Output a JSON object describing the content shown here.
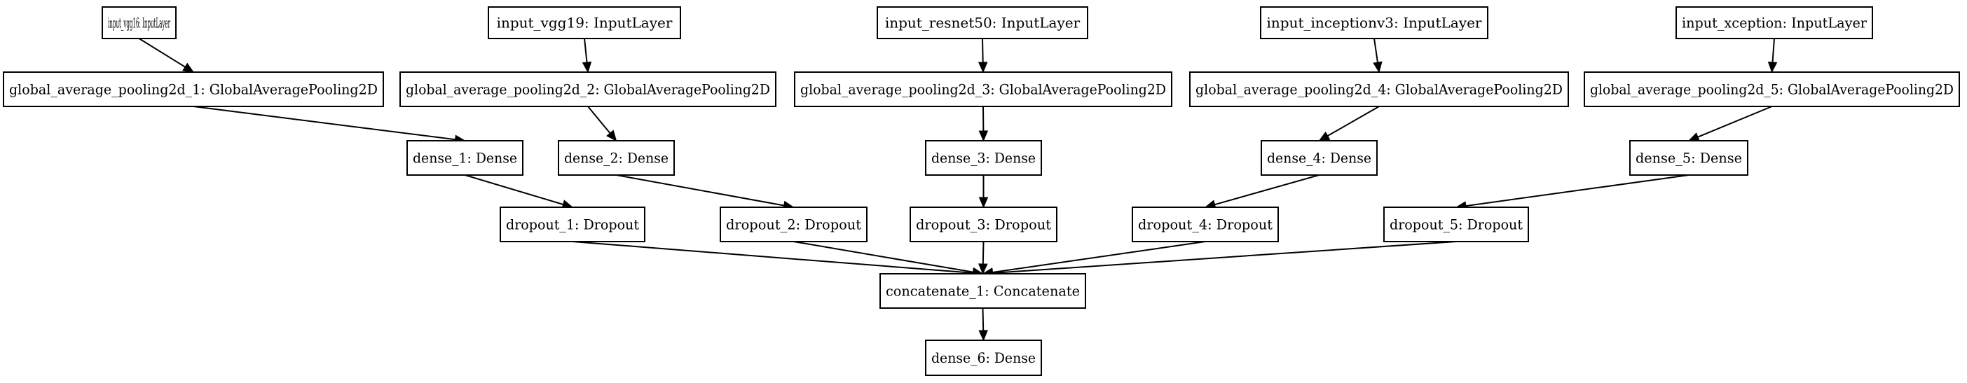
{
  "nodes": [
    {
      "id": "n1",
      "label": "input_vgg16: InputLayer"
    },
    {
      "id": "n2",
      "label": "input_vgg19: InputLayer"
    },
    {
      "id": "n3",
      "label": "input_resnet50: InputLayer"
    },
    {
      "id": "n4",
      "label": "input_inceptionv3: InputLayer"
    },
    {
      "id": "n5",
      "label": "input_xception: InputLayer"
    },
    {
      "id": "n6",
      "label": "global_average_pooling2d_1: GlobalAveragePooling2D"
    },
    {
      "id": "n7",
      "label": "global_average_pooling2d_2: GlobalAveragePooling2D"
    },
    {
      "id": "n8",
      "label": "global_average_pooling2d_3: GlobalAveragePooling2D"
    },
    {
      "id": "n9",
      "label": "global_average_pooling2d_4: GlobalAveragePooling2D"
    },
    {
      "id": "n10",
      "label": "global_average_pooling2d_5: GlobalAveragePooling2D"
    },
    {
      "id": "n11",
      "label": "dense_1: Dense"
    },
    {
      "id": "n12",
      "label": "dense_2: Dense"
    },
    {
      "id": "n13",
      "label": "dense_3: Dense"
    },
    {
      "id": "n14",
      "label": "dense_4: Dense"
    },
    {
      "id": "n15",
      "label": "dense_5: Dense"
    },
    {
      "id": "n16",
      "label": "dropout_1: Dropout"
    },
    {
      "id": "n17",
      "label": "dropout_2: Dropout"
    },
    {
      "id": "n18",
      "label": "dropout_3: Dropout"
    },
    {
      "id": "n19",
      "label": "dropout_4: Dropout"
    },
    {
      "id": "n20",
      "label": "dropout_5: Dropout"
    },
    {
      "id": "n21",
      "label": "concatenate_1: Concatenate"
    },
    {
      "id": "n22",
      "label": "dense_6: Dense"
    }
  ],
  "edges": [
    {
      "from": "n1",
      "to": "n6"
    },
    {
      "from": "n2",
      "to": "n7"
    },
    {
      "from": "n3",
      "to": "n8"
    },
    {
      "from": "n4",
      "to": "n9"
    },
    {
      "from": "n5",
      "to": "n10"
    },
    {
      "from": "n6",
      "to": "n11"
    },
    {
      "from": "n7",
      "to": "n12"
    },
    {
      "from": "n8",
      "to": "n13"
    },
    {
      "from": "n9",
      "to": "n14"
    },
    {
      "from": "n10",
      "to": "n15"
    },
    {
      "from": "n11",
      "to": "n16"
    },
    {
      "from": "n12",
      "to": "n17"
    },
    {
      "from": "n13",
      "to": "n18"
    },
    {
      "from": "n14",
      "to": "n19"
    },
    {
      "from": "n15",
      "to": "n20"
    },
    {
      "from": "n16",
      "to": "n21"
    },
    {
      "from": "n17",
      "to": "n21"
    },
    {
      "from": "n18",
      "to": "n21"
    },
    {
      "from": "n19",
      "to": "n21"
    },
    {
      "from": "n20",
      "to": "n21"
    },
    {
      "from": "n21",
      "to": "n22"
    }
  ]
}
